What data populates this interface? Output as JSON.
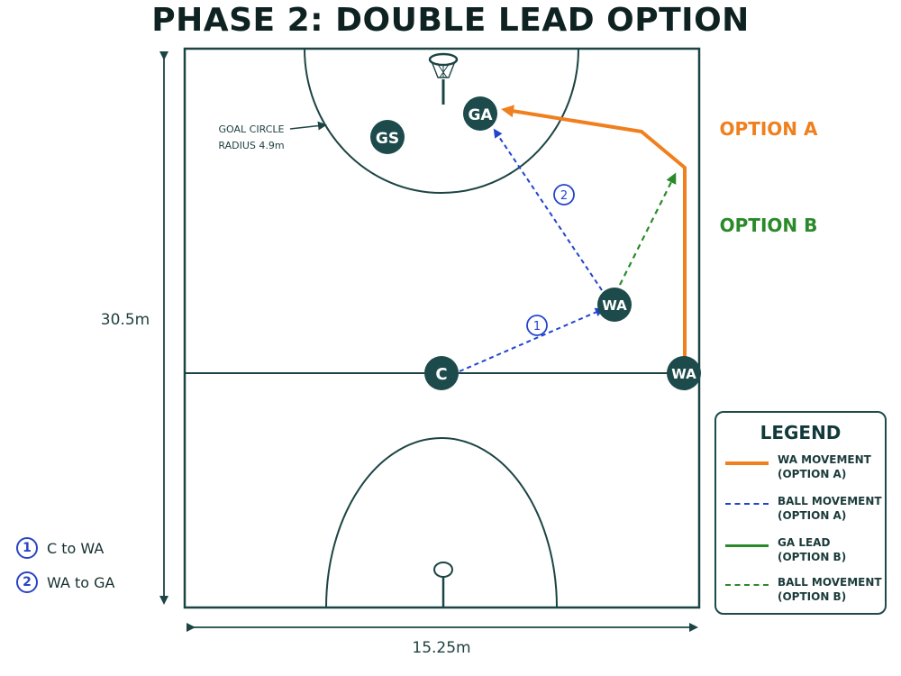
{
  "title": "PHASE 2: DOUBLE LEAD OPTION",
  "dimensions": {
    "length": "30.5m",
    "width": "15.25m"
  },
  "goal_circle_note": {
    "line1": "GOAL CIRCLE",
    "line2": "RADIUS 4.9m"
  },
  "players": {
    "gs": "GS",
    "ga": "GA",
    "wa_center": "WA",
    "wa_side": "WA",
    "c": "C"
  },
  "options": {
    "a": "OPTION A",
    "b": "OPTION B"
  },
  "pass_numbers": {
    "first": "1",
    "second": "2"
  },
  "legend": {
    "title": "LEGEND",
    "items": [
      {
        "line1": "WA MOVEMENT",
        "line2": "(OPTION A)",
        "color": "#f07f1e",
        "style": "solid"
      },
      {
        "line1": "BALL MOVEMENT",
        "line2": "(OPTION A)",
        "color": "#2244cc",
        "style": "dashed"
      },
      {
        "line1": "GA LEAD",
        "line2": "(OPTION B)",
        "color": "#2a8a2a",
        "style": "solid"
      },
      {
        "line1": "BALL MOVEMENT",
        "line2": "(OPTION B)",
        "color": "#2a8a2a",
        "style": "dashed"
      }
    ]
  },
  "sequence": [
    {
      "number": "1",
      "label": "C to WA"
    },
    {
      "number": "2",
      "label": "WA to GA"
    }
  ],
  "colors": {
    "court_line": "#1d4444",
    "player_fill": "#1d4a4a",
    "option_a": "#f07f1e",
    "option_b": "#2a8a2a",
    "ball_a": "#2244cc"
  }
}
